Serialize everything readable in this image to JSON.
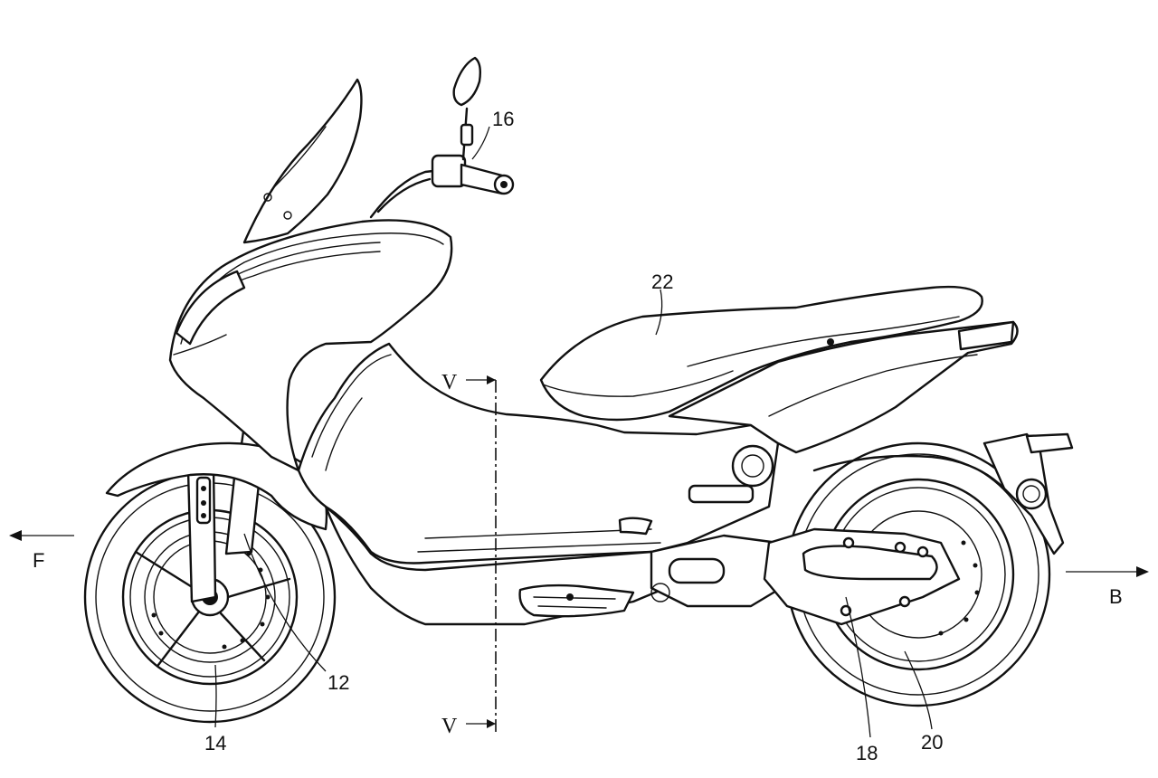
{
  "figure": {
    "reference_numerals": {
      "front_fork": "12",
      "front_wheel": "14",
      "handlebar": "16",
      "swing_arm": "18",
      "rear_wheel": "20",
      "seat": "22"
    },
    "direction_labels": {
      "front": "F",
      "back": "B"
    },
    "section_labels": {
      "top": "V",
      "bottom": "V"
    }
  }
}
